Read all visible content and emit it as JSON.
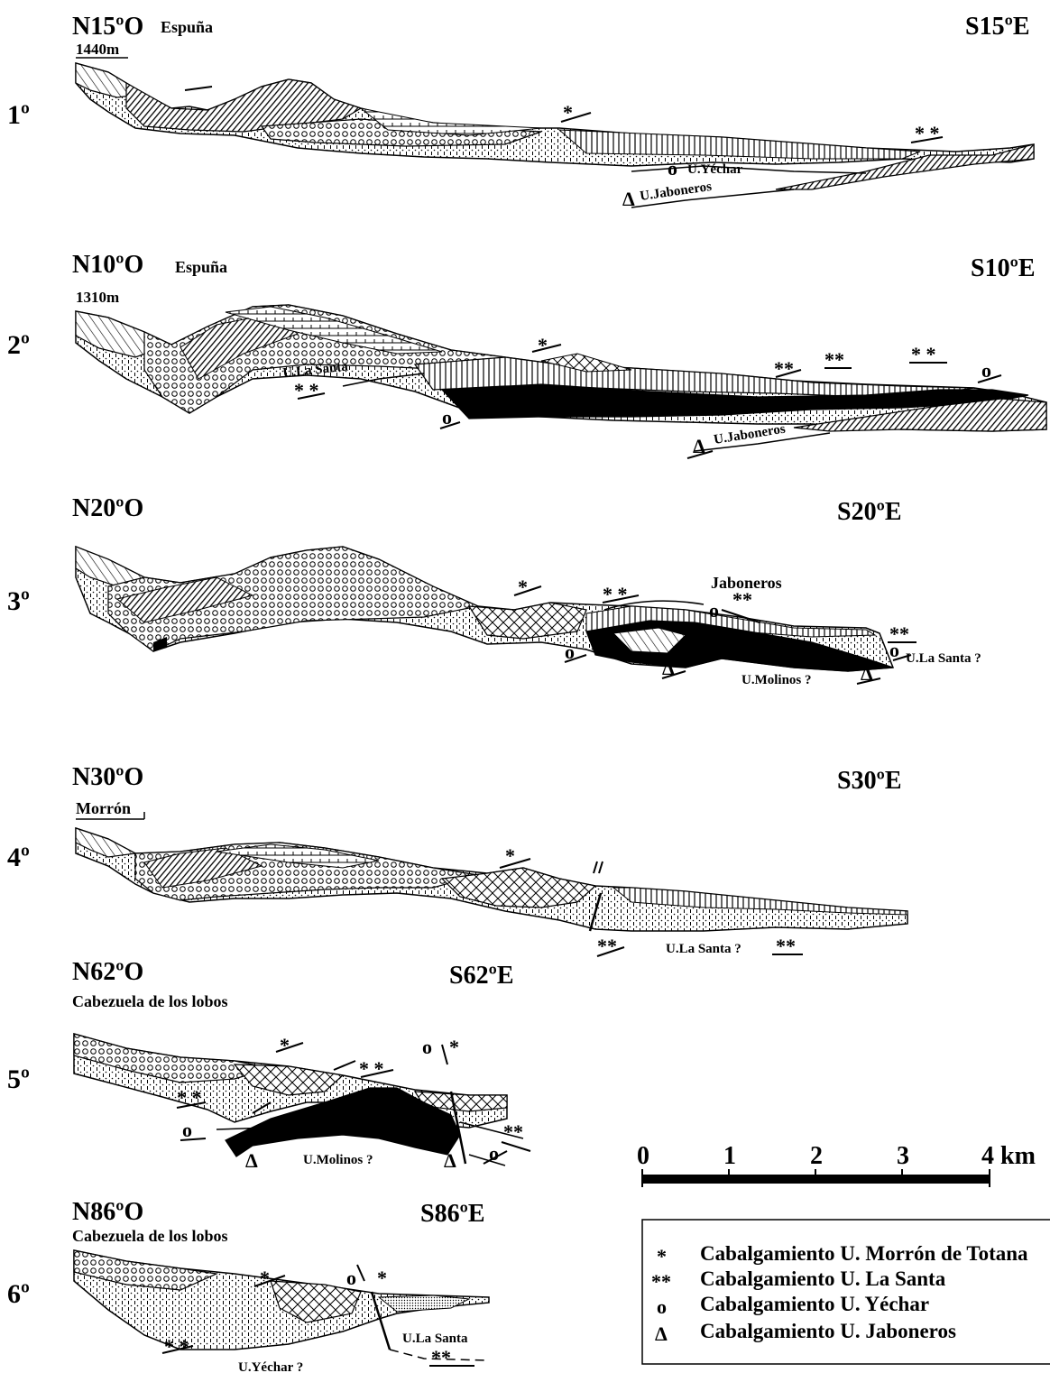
{
  "profiles": [
    {
      "number": "1º",
      "left_dir": "N15ºO",
      "right_dir": "S15ºE",
      "place": "Espuña",
      "elevation": "1440m",
      "labels": [
        "U.Yéchar",
        "U.Jaboneros"
      ],
      "symbols": [
        "*",
        "* *",
        "o",
        "Δ"
      ]
    },
    {
      "number": "2º",
      "left_dir": "N10ºO",
      "right_dir": "S10ºE",
      "place": "Espuña",
      "elevation": "1310m",
      "labels": [
        "U.La Santa",
        "U.Jaboneros"
      ],
      "symbols": [
        "*",
        "* *",
        "**",
        "**",
        "* *",
        "o",
        "o",
        "Δ"
      ]
    },
    {
      "number": "3º",
      "left_dir": "N20ºO",
      "right_dir": "S20ºE",
      "place": "Jaboneros",
      "labels": [
        "U.La Santa ?",
        "U.Molinos ?"
      ],
      "symbols": [
        "*",
        "* *",
        "**",
        "**",
        "o",
        "o",
        "o",
        "Δ",
        "Δ"
      ]
    },
    {
      "number": "4º",
      "left_dir": "N30ºO",
      "right_dir": "S30ºE",
      "place": "Morrón",
      "labels": [
        "U.La Santa ?"
      ],
      "symbols": [
        "*",
        "**",
        "**"
      ]
    },
    {
      "number": "5º",
      "left_dir": "N62ºO",
      "right_dir": "S62ºE",
      "place": "Cabezuela de los lobos",
      "labels": [
        "U.Molinos ?"
      ],
      "symbols": [
        "*",
        "* *",
        "* *",
        "*",
        "**",
        "o",
        "o",
        "o",
        "Δ",
        "Δ"
      ]
    },
    {
      "number": "6º",
      "left_dir": "N86ºO",
      "right_dir": "S86ºE",
      "place": "Cabezuela de los lobos",
      "labels": [
        "U.La Santa",
        "U.Yéchar ?"
      ],
      "symbols": [
        "*",
        "*",
        "* *",
        "**",
        "o"
      ]
    }
  ],
  "scale": {
    "ticks": [
      "0",
      "1",
      "2",
      "3",
      "4 km"
    ]
  },
  "legend": {
    "items": [
      {
        "symbol": "*",
        "label": "Cabalgamiento U. Morrón de Totana"
      },
      {
        "symbol": "**",
        "label": "Cabalgamiento U. La Santa"
      },
      {
        "symbol": "o",
        "label": "Cabalgamiento U. Yéchar"
      },
      {
        "symbol": "Δ",
        "label": "Cabalgamiento U. Jaboneros"
      }
    ]
  }
}
